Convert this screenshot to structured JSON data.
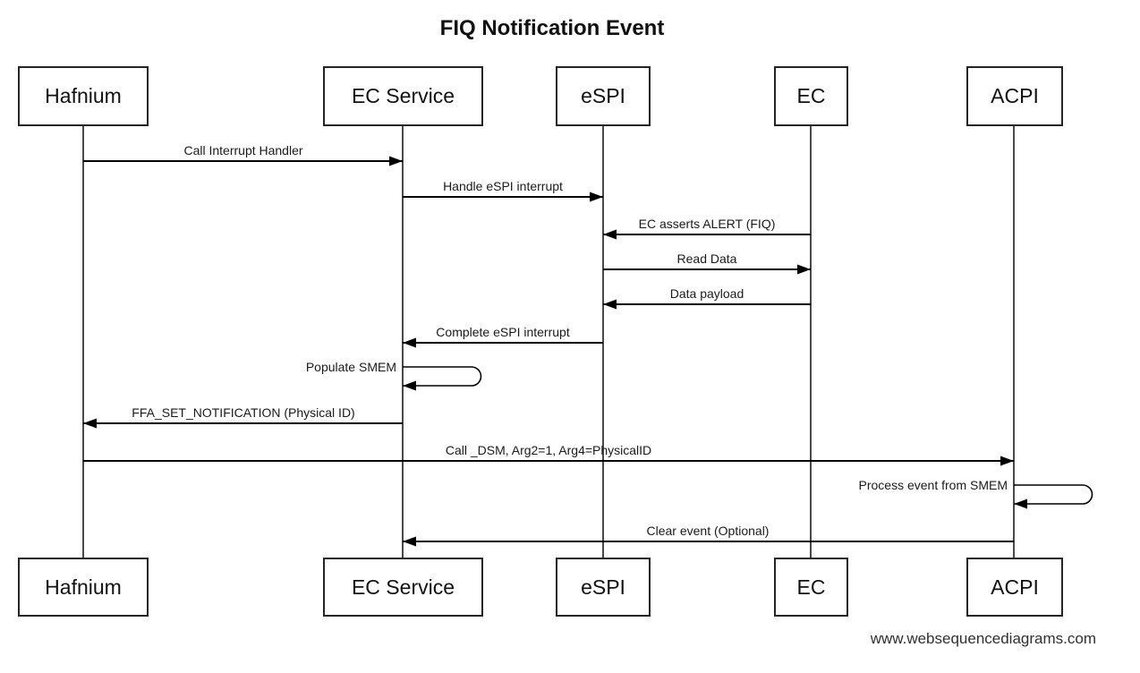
{
  "title": "FIQ Notification Event",
  "watermark": "www.websequencediagrams.com",
  "actors": [
    {
      "name": "Hafnium"
    },
    {
      "name": "EC Service"
    },
    {
      "name": "eSPI"
    },
    {
      "name": "EC"
    },
    {
      "name": "ACPI"
    }
  ],
  "messages": [
    {
      "label": "Call Interrupt Handler",
      "from": "Hafnium",
      "to": "EC Service",
      "type": "arrow"
    },
    {
      "label": "Handle eSPI interrupt",
      "from": "EC Service",
      "to": "eSPI",
      "type": "arrow"
    },
    {
      "label": "EC asserts ALERT (FIQ)",
      "from": "EC",
      "to": "eSPI",
      "type": "arrow"
    },
    {
      "label": "Read Data",
      "from": "eSPI",
      "to": "EC",
      "type": "arrow"
    },
    {
      "label": "Data payload",
      "from": "EC",
      "to": "eSPI",
      "type": "arrow"
    },
    {
      "label": "Complete eSPI interrupt",
      "from": "eSPI",
      "to": "EC Service",
      "type": "arrow"
    },
    {
      "label": "Populate SMEM",
      "from": "EC Service",
      "to": "EC Service",
      "type": "self"
    },
    {
      "label": "FFA_SET_NOTIFICATION (Physical ID)",
      "from": "EC Service",
      "to": "Hafnium",
      "type": "arrow"
    },
    {
      "label": "Call _DSM, Arg2=1, Arg4=PhysicalID",
      "from": "Hafnium",
      "to": "ACPI",
      "type": "arrow"
    },
    {
      "label": "Process event from SMEM",
      "from": "ACPI",
      "to": "ACPI",
      "type": "self"
    },
    {
      "label": "Clear event (Optional)",
      "from": "ACPI",
      "to": "EC Service",
      "type": "arrow"
    }
  ],
  "colors": {
    "background": "#ffffff",
    "line": "#000000",
    "lifeline": "#4a4a4a",
    "box_border": "#252525",
    "text": "#111111"
  }
}
